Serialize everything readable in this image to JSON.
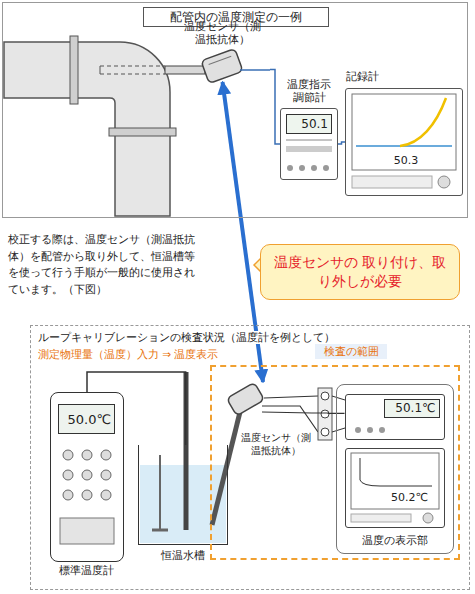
{
  "diagram": {
    "nodes": [
      {
        "text": [
          "配管内の温度測定の一例"
        ]
      },
      {
        "text": [
          "温度センサ（測温抵抗体）"
        ],
        "in": 0
      },
      {
        "text": [
          "温度指示調節計",
          "50.1"
        ],
        "in": 0
      },
      {
        "text": [
          "記録計",
          "50.3"
        ],
        "in": 0
      },
      {
        "text": [
          "温度センサの 取り付け、取り外しが必要"
        ]
      },
      {
        "text": [
          "ループキャリブレーションの検査状況（温度計を例として）",
          "測定物理量（温度）入力 ⇒ 温度表示"
        ]
      },
      {
        "text": [
          "50.0℃",
          "標準温度計"
        ],
        "in": 5
      },
      {
        "text": [
          "恒温水槽"
        ],
        "in": 5
      },
      {
        "text": [
          "検査の範囲"
        ],
        "in": 5
      },
      {
        "text": [
          "温度センサ（測温抵抗体）"
        ],
        "in": 8
      },
      {
        "text": [
          "温度の表示部"
        ],
        "in": 8
      },
      {
        "text": [
          "50.1℃"
        ],
        "in": 10
      },
      {
        "text": [
          "50.2℃"
        ],
        "in": 10
      }
    ],
    "edges": [
      {
        "from": 1,
        "to": 2,
        "arrow": "none"
      },
      {
        "from": 2,
        "to": 3,
        "arrow": "none"
      },
      {
        "from": 1,
        "to": 9,
        "arrow": "both"
      },
      {
        "from": 6,
        "to": 7,
        "arrow": "none"
      },
      {
        "from": 9,
        "to": 11,
        "arrow": "none"
      }
    ],
    "labels": [
      "校正する際は、温度センサ（測温抵抗体）を配管から取り外して、恒温槽等を使って行う手順が一般的に使用されています。（下図）"
    ]
  }
}
